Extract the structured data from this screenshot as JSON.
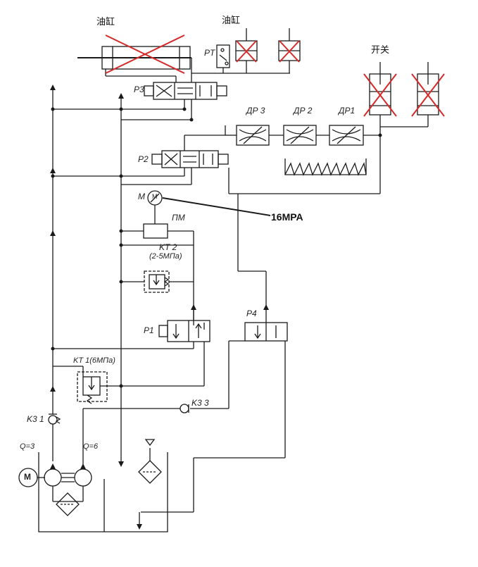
{
  "header": {
    "label_left": "油缸",
    "label_right": "油缸"
  },
  "switch_label": "开关",
  "pressure_callout": "16MPA",
  "components": {
    "p3": "P3",
    "p2": "P2",
    "p1": "P1",
    "p4": "P4",
    "pt": "PT",
    "dp3": "ДР 3",
    "dp2": "ДР 2",
    "dp1": "ДР1",
    "gauge": "M",
    "gauge_letter": "M",
    "pm": "ПМ",
    "kt2": "KT 2",
    "kt2_range": "(2-5MПа)",
    "kt1": "KT 1(6MПа)",
    "k31": "K3 1",
    "k33": "K3 3",
    "q3": "Q=3",
    "q6": "Q=6",
    "motor": "M"
  },
  "colors": {
    "line": "#1a1a1a",
    "cross": "#d42a2a",
    "header_bg": "#ffffff"
  }
}
